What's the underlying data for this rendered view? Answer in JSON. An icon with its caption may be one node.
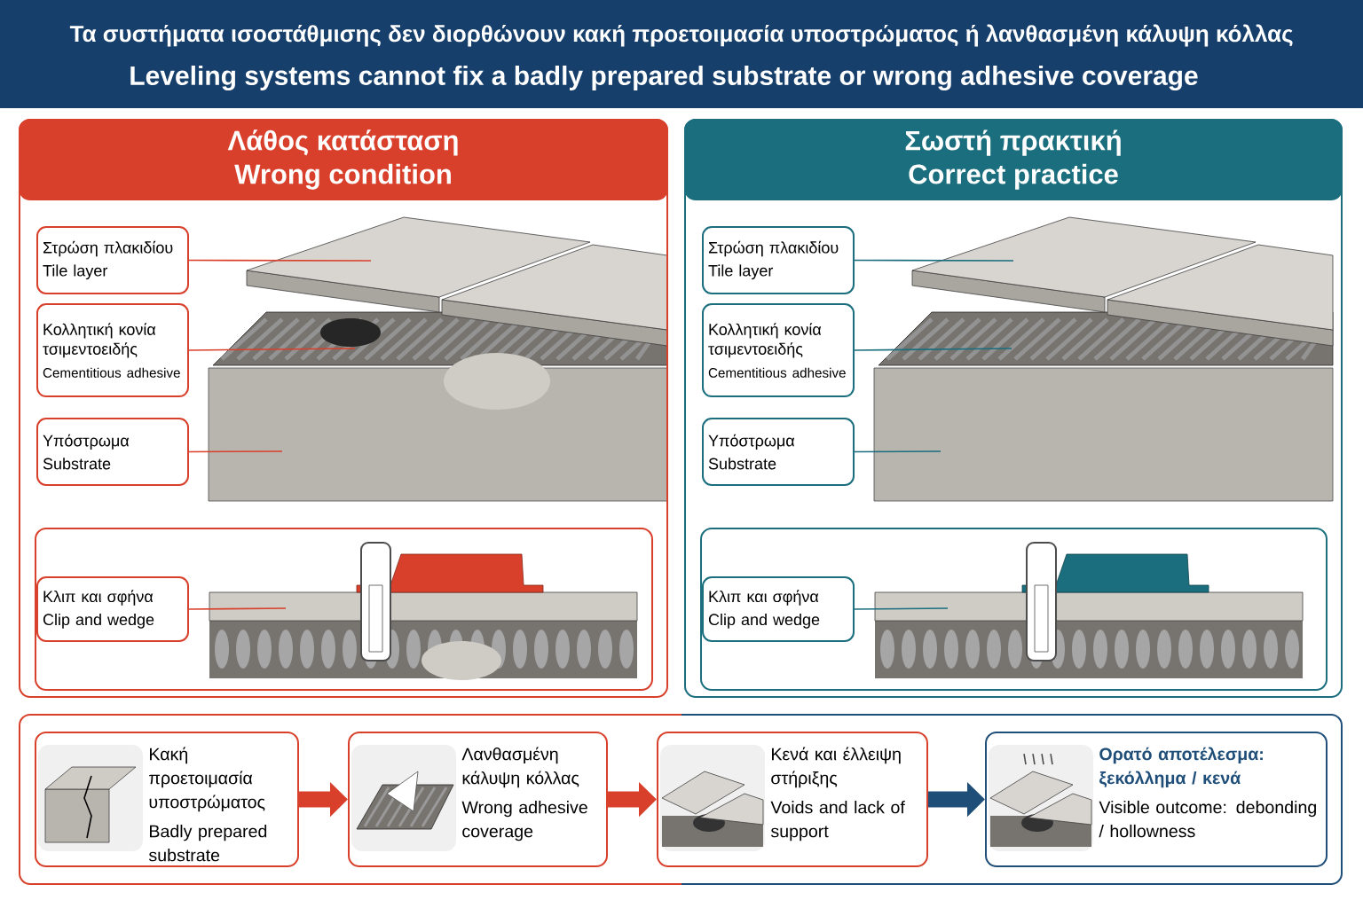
{
  "diagram": {
    "title": "Τα συστήματα ισοστάθμισης δεν διορθώνουν κακή προετοιμασία υποστρώματος ή λανθασμένη κάλυψη κόλλας",
    "nodes": [
      {
        "text": [
          "Λάθος κατάσταση",
          "Wrong condition"
        ]
      },
      {
        "text": [
          "Στρώση πλακιδίου",
          "Tile layer"
        ],
        "in": 0
      },
      {
        "text": [
          "Κολλητική κονία τσιμεντοειδής",
          "Cementitious adhesive"
        ],
        "in": 0
      },
      {
        "text": [
          "Υπόστρωμα",
          "Substrate"
        ],
        "in": 0
      },
      {
        "text": [
          "Κλιπ και σφήνα",
          "Clip and wedge"
        ],
        "in": 0
      },
      {
        "text": [
          "Σωστή πρακτική",
          "Correct practice"
        ]
      },
      {
        "text": [
          "Στρώση πλακιδίου",
          "Tile layer"
        ],
        "in": 5
      },
      {
        "text": [
          "Κολλητική κονία τσιμεντοειδής",
          "Cementitious adhesive"
        ],
        "in": 5
      },
      {
        "text": [
          "Υπόστρωμα",
          "Substrate"
        ],
        "in": 5
      },
      {
        "text": [
          "Κλιπ και σφήνα",
          "Clip and wedge"
        ],
        "in": 5
      },
      {
        "text": [
          "Κακή προετοιμασία υποστρώματος",
          "Badly prepared substrate"
        ]
      },
      {
        "text": [
          "Λανθασμένη κάλυψη κόλλας",
          "Wrong adhesive coverage"
        ]
      },
      {
        "text": [
          "Κενά και έλλειψη στήριξης",
          "Voids and lack of support"
        ]
      },
      {
        "text": [
          "Ορατό αποτέλεσμα: ξεκόλλημα / κενά",
          "Visible outcome: debonding / hollowness"
        ]
      }
    ],
    "edges": [
      {
        "from": 1,
        "to": null,
        "arrow": "none",
        "color": "#d9402b"
      },
      {
        "from": 2,
        "to": null,
        "arrow": "none",
        "color": "#d9402b"
      },
      {
        "from": 3,
        "to": null,
        "arrow": "none",
        "color": "#d9402b"
      },
      {
        "from": 4,
        "to": null,
        "arrow": "none",
        "color": "#d9402b"
      },
      {
        "from": 6,
        "to": null,
        "arrow": "none",
        "color": "#1a6e7e"
      },
      {
        "from": 7,
        "to": null,
        "arrow": "none",
        "color": "#1a6e7e"
      },
      {
        "from": 8,
        "to": null,
        "arrow": "none",
        "color": "#1a6e7e"
      },
      {
        "from": 9,
        "to": null,
        "arrow": "none",
        "color": "#1a6e7e"
      },
      {
        "from": 10,
        "to": 11,
        "arrow": "to",
        "style": "thick",
        "color": "#d9402b"
      },
      {
        "from": 11,
        "to": 12,
        "arrow": "to",
        "style": "thick",
        "color": "#d9402b"
      },
      {
        "from": 12,
        "to": 13,
        "arrow": "to",
        "style": "thick",
        "color": "#1f4e79"
      }
    ],
    "labels": [
      "Leveling systems cannot fix a badly prepared substrate or wrong adhesive coverage"
    ]
  }
}
